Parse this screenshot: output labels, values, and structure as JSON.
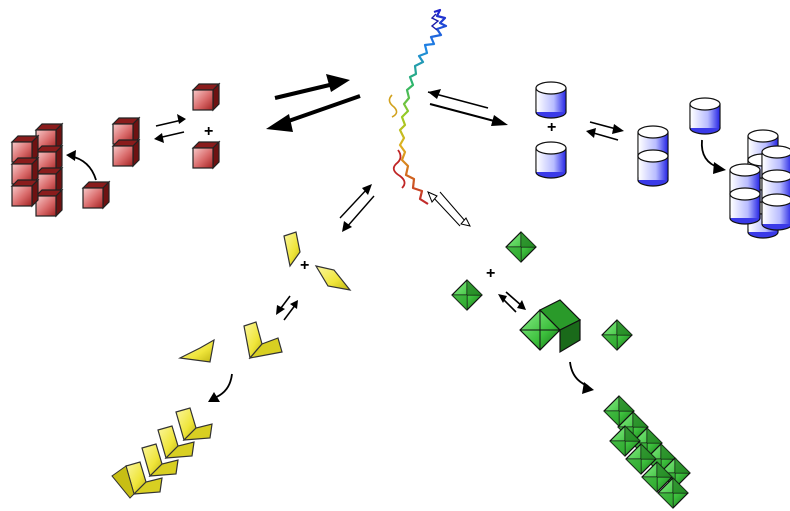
{
  "labels": {
    "plus": "+"
  },
  "colors": {
    "red_light": "#f2b8b8",
    "red_dark": "#b52c2c",
    "blue_light": "#ffffff",
    "blue_dark": "#1f1fe0",
    "yellow_light": "#f6f06a",
    "yellow_dark": "#c9c21a",
    "green_light": "#7fe07f",
    "green_dark": "#1e8a1e",
    "outline": "#222222"
  },
  "pathways": [
    {
      "name": "red-cubes",
      "direction": "left"
    },
    {
      "name": "blue-cylinders",
      "direction": "right"
    },
    {
      "name": "yellow-chevrons",
      "direction": "lower-left"
    },
    {
      "name": "green-octahedra",
      "direction": "lower-right"
    }
  ]
}
